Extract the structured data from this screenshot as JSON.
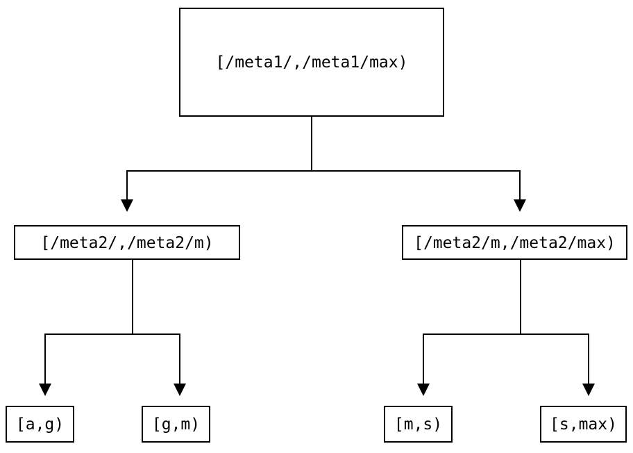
{
  "diagram": {
    "type": "tree",
    "title": "",
    "nodes": [
      {
        "id": "root",
        "label": "[/meta1/,/meta1/max)",
        "level": 0
      },
      {
        "id": "left-branch",
        "label": "[/meta2/,/meta2/m)",
        "level": 1
      },
      {
        "id": "right-branch",
        "label": "[/meta2/m,/meta2/max)",
        "level": 1
      },
      {
        "id": "leaf-a-g",
        "label": "[a,g)",
        "level": 2
      },
      {
        "id": "leaf-g-m",
        "label": "[g,m)",
        "level": 2
      },
      {
        "id": "leaf-m-s",
        "label": "[m,s)",
        "level": 2
      },
      {
        "id": "leaf-s-max",
        "label": "[s,max)",
        "level": 2
      }
    ],
    "edges": [
      {
        "from": "root",
        "to": "left-branch",
        "arrow": true
      },
      {
        "from": "root",
        "to": "right-branch",
        "arrow": true
      },
      {
        "from": "left-branch",
        "to": "leaf-a-g",
        "arrow": true
      },
      {
        "from": "left-branch",
        "to": "leaf-g-m",
        "arrow": true
      },
      {
        "from": "right-branch",
        "to": "leaf-m-s",
        "arrow": true
      },
      {
        "from": "right-branch",
        "to": "leaf-s-max",
        "arrow": true
      }
    ],
    "colors": {
      "background": "#ffffff",
      "stroke": "#000000",
      "text": "#000000",
      "node_fill": "#ffffff"
    }
  }
}
